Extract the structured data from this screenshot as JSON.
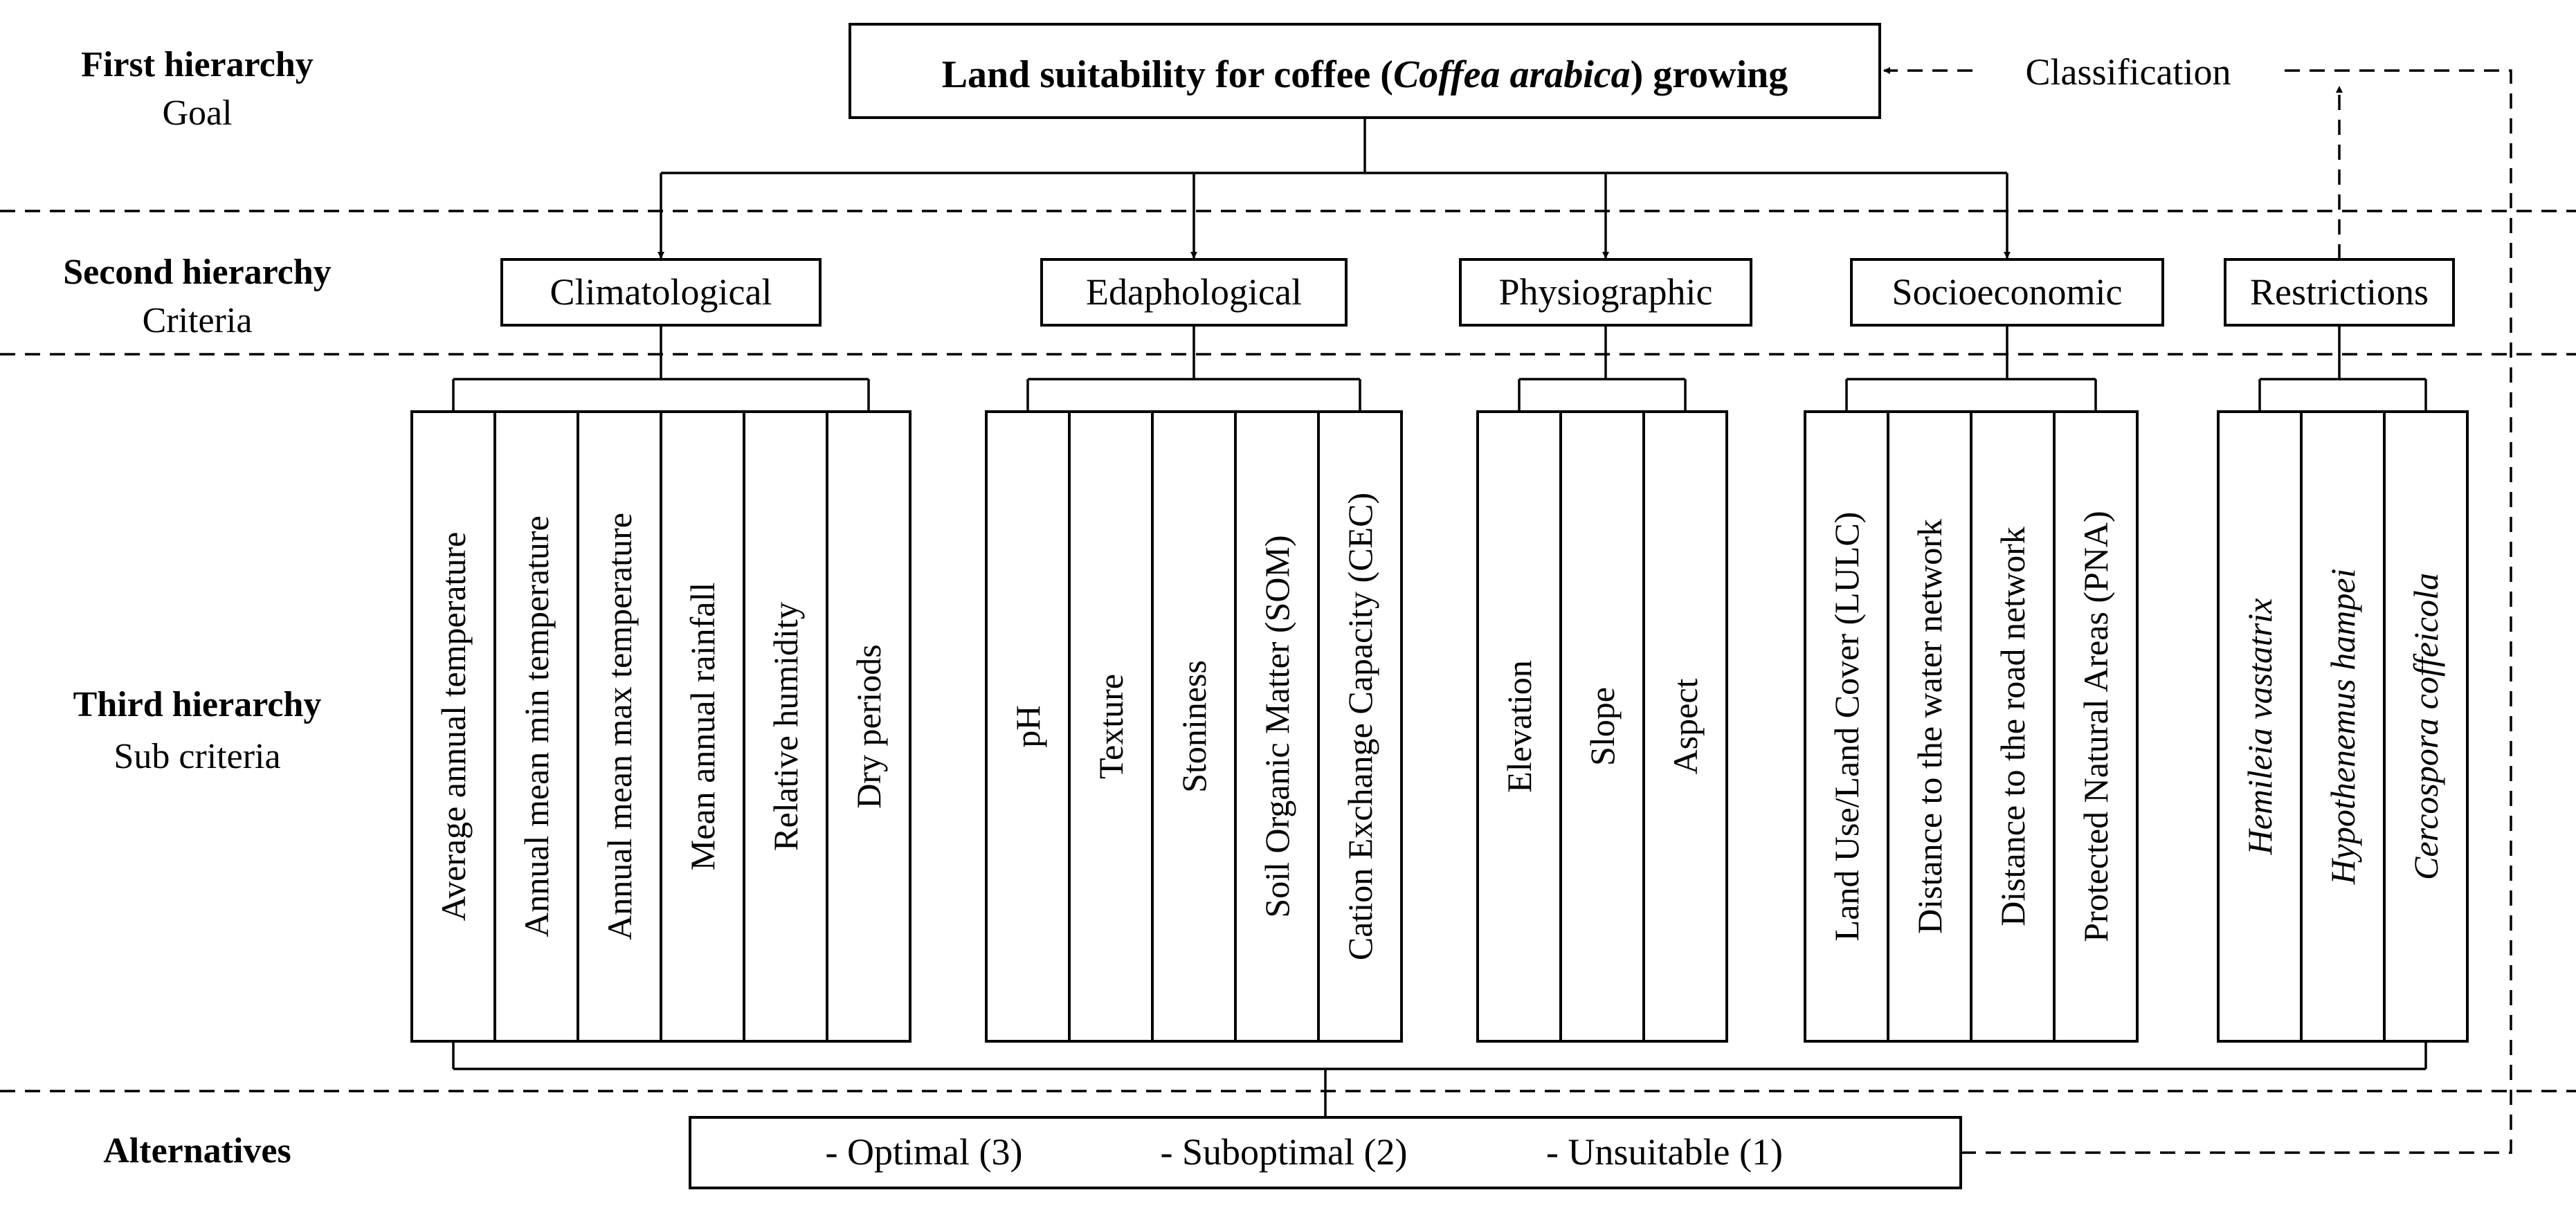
{
  "levels": {
    "first": {
      "title": "First hierarchy",
      "subtitle": "Goal"
    },
    "second": {
      "title": "Second hierarchy",
      "subtitle": "Criteria"
    },
    "third": {
      "title": "Third hierarchy",
      "subtitle": "Sub criteria"
    },
    "alternatives": {
      "title": "Alternatives"
    }
  },
  "goal": {
    "prefix": "Land suitability for coffee (",
    "species": "Coffea arabica",
    "suffix": ") growing"
  },
  "classification_label": "Classification",
  "criteria": [
    {
      "label": "Climatological",
      "subcriteria": [
        {
          "label": "Average annual temperature",
          "italic": false
        },
        {
          "label": "Annual mean min temperature",
          "italic": false
        },
        {
          "label": "Annual mean max temperature",
          "italic": false
        },
        {
          "label": "Mean annual rainfall",
          "italic": false
        },
        {
          "label": "Relative humidity",
          "italic": false
        },
        {
          "label": "Dry periods",
          "italic": false
        }
      ]
    },
    {
      "label": "Edaphological",
      "subcriteria": [
        {
          "label": "pH",
          "italic": false
        },
        {
          "label": "Texture",
          "italic": false
        },
        {
          "label": "Stoniness",
          "italic": false
        },
        {
          "label": "Soil Organic Matter (SOM)",
          "italic": false
        },
        {
          "label": "Cation Exchange Capacity (CEC)",
          "italic": false
        }
      ]
    },
    {
      "label": "Physiographic",
      "subcriteria": [
        {
          "label": "Elevation",
          "italic": false
        },
        {
          "label": "Slope",
          "italic": false
        },
        {
          "label": "Aspect",
          "italic": false
        }
      ]
    },
    {
      "label": "Socioeconomic",
      "subcriteria": [
        {
          "label": "Land Use/Land Cover (LULC)",
          "italic": false
        },
        {
          "label": "Distance to the water network",
          "italic": false
        },
        {
          "label": "Distance to the road network",
          "italic": false
        },
        {
          "label": "Protected Natural Areas (PNA)",
          "italic": false
        }
      ]
    },
    {
      "label": "Restrictions",
      "subcriteria": [
        {
          "label": "Hemileia vastatrix",
          "italic": true
        },
        {
          "label": "Hypothenemus hampei",
          "italic": true
        },
        {
          "label": "Cercospora coffeicola",
          "italic": true
        }
      ]
    }
  ],
  "alternatives": [
    "- Optimal (3)",
    "- Suboptimal (2)",
    "- Unsuitable (1)"
  ]
}
